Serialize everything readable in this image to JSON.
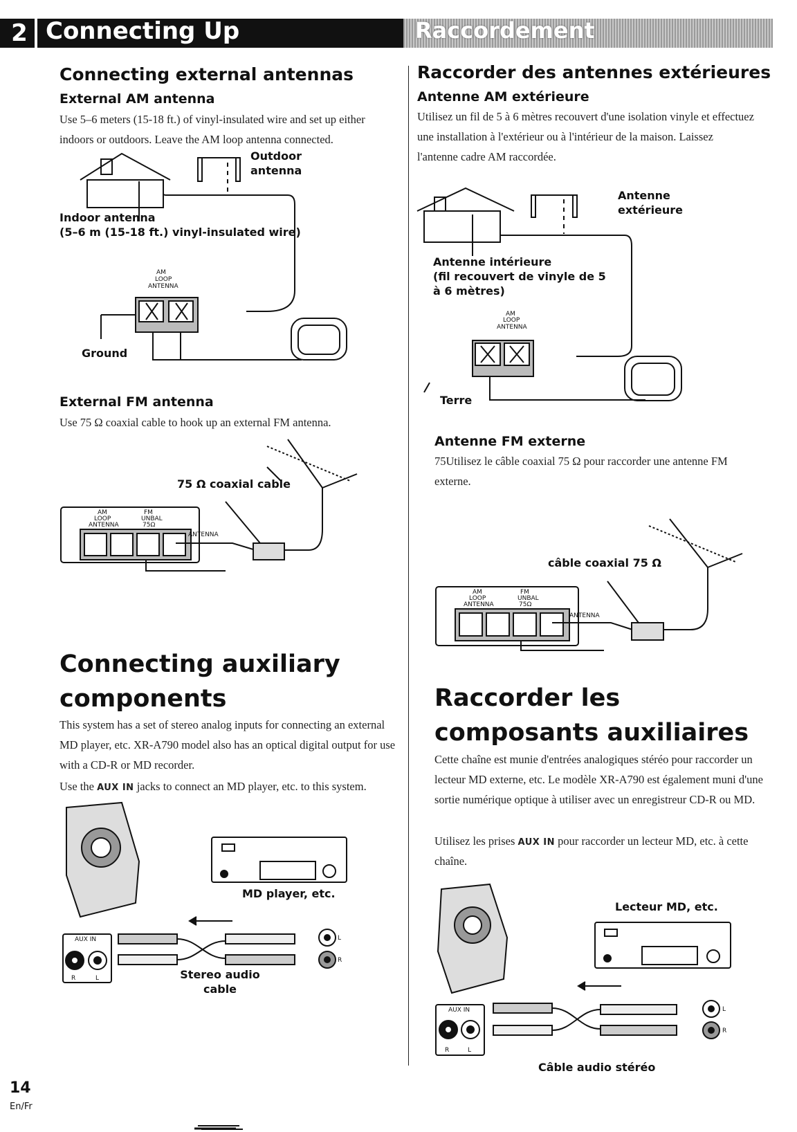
{
  "header": {
    "number": "2",
    "title_en": "Connecting Up",
    "title_fr": "Raccordement"
  },
  "en": {
    "antennas_title": "Connecting external antennas",
    "am_title": "External AM antenna",
    "am_text": "Use 5–6 meters (15-18 ft.) of vinyl-insulated wire and set up either indoors or outdoors. Leave the AM loop antenna connected.",
    "outdoor_label": "Outdoor antenna",
    "indoor_label_1": "Indoor antenna",
    "indoor_label_2": "(5–6 m (15-18 ft.) vinyl-insulated wire)",
    "ground_label": "Ground",
    "fm_title": "External FM antenna",
    "fm_text": "Use 75 Ω coaxial cable to hook up an external FM antenna.",
    "coax_label": "75 Ω coaxial cable",
    "aux_title": "Connecting auxiliary components",
    "aux_text_1": "This system has a set of stereo analog inputs for connecting an external MD player, etc. XR-A790 model also has an optical digital output for use with a CD-R or MD recorder.",
    "aux_text_2_a": "Use the ",
    "aux_text_2_b": "AUX IN",
    "aux_text_2_c": " jacks to connect an MD player, etc. to this system.",
    "md_label": "MD player, etc.",
    "stereo_label": "Stereo audio cable"
  },
  "fr": {
    "antennas_title": "Raccorder des antennes extérieures",
    "am_title": "Antenne AM extérieure",
    "am_text": "Utilisez un fil de 5 à 6 mètres recouvert d'une isolation vinyle et effectuez une installation à l'extérieur ou à l'intérieur de la maison. Laissez l'antenne cadre AM raccordée.",
    "outdoor_label": "Antenne extérieure",
    "indoor_label_1": "Antenne intérieure",
    "indoor_label_2": "(fil recouvert de vinyle de 5 à 6 mètres)",
    "ground_label": "Terre",
    "fm_title": "Antenne FM externe",
    "fm_text": "75Utilisez le câble coaxial 75 Ω  pour raccorder une antenne FM externe.",
    "coax_label": "câble coaxial 75 Ω",
    "aux_title": "Raccorder les composants auxiliaires",
    "aux_text_1": "Cette chaîne est munie d'entrées analogiques stéréo pour raccorder un lecteur MD externe, etc. Le modèle XR-A790 est également muni d'une sortie numérique optique à utiliser avec un enregistreur CD-R ou MD.",
    "aux_text_2_a": "Utilisez les prises ",
    "aux_text_2_b": "AUX IN",
    "aux_text_2_c": " pour raccorder un lecteur MD, etc. à cette chaîne.",
    "md_label": "Lecteur MD, etc.",
    "stereo_label": "Câble audio stéréo"
  },
  "diagram": {
    "am_terminal": [
      "AM",
      "LOOP",
      "ANTENNA"
    ],
    "fm_terminal": [
      "FM",
      "UNBAL",
      "75Ω"
    ],
    "antenna_tag": "ANTENNA",
    "aux_in": "AUX IN",
    "r": "R",
    "l": "L"
  },
  "footer": {
    "page": "14",
    "lang": "En/Fr"
  }
}
